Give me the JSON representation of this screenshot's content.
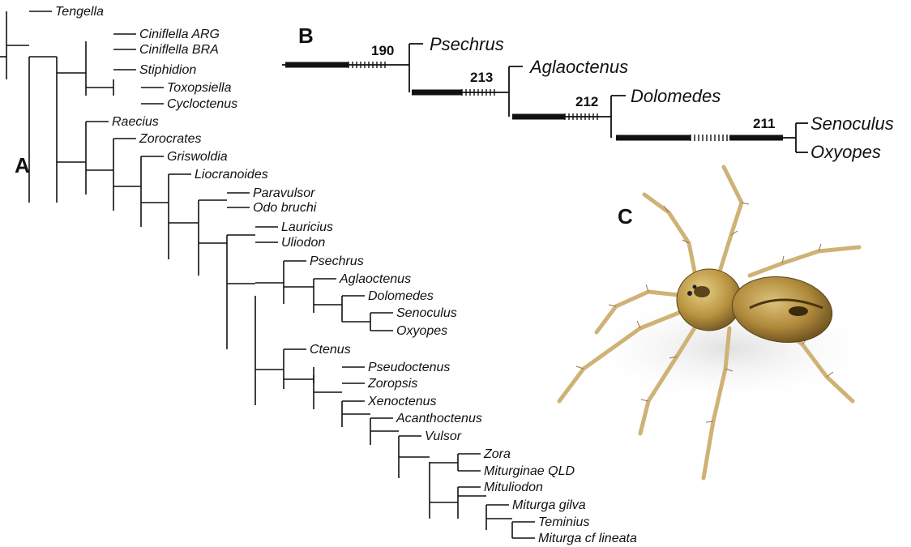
{
  "panel_labels": {
    "a": "A",
    "b": "B",
    "c": "C"
  },
  "tree_a": {
    "taxa": [
      "Tengella",
      "Ciniflella ARG",
      "Ciniflella BRA",
      "Stiphidion",
      "Toxopsiella",
      "Cycloctenus",
      "Raecius",
      "Zorocrates",
      "Griswoldia",
      "Liocranoides",
      "Paravulsor",
      "Odo bruchi",
      "Lauricius",
      "Uliodon",
      "Psechrus",
      "Aglaoctenus",
      "Dolomedes",
      "Senoculus",
      "Oxyopes",
      "Ctenus",
      "Pseudoctenus",
      "Zoropsis",
      "Xenoctenus",
      "Acanthoctenus",
      "Vulsor",
      "Zora",
      "Miturginae QLD",
      "Mituliodon",
      "Miturga gilva",
      "Teminius",
      "Miturga cf lineata"
    ]
  },
  "tree_b": {
    "taxa": [
      "Psechrus",
      "Aglaoctenus",
      "Dolomedes",
      "Senoculus",
      "Oxyopes"
    ],
    "node_numbers": [
      "190",
      "213",
      "212",
      "211"
    ]
  },
  "photo": {
    "subject": "spider-photo",
    "body_color": "#c9a85a",
    "leg_color": "#d8bf85"
  }
}
